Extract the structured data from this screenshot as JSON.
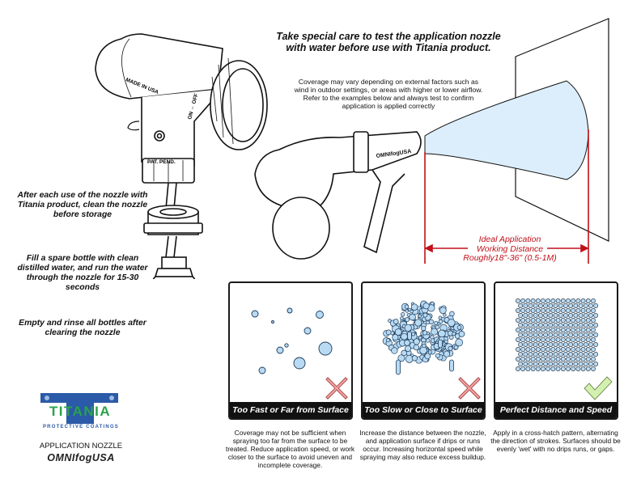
{
  "header": {
    "headline": "Take special care to test the application nozzle with water before use with Titania product.",
    "coverage_note": "Coverage may vary depending on external factors such as wind in outdoor settings, or areas with higher or lower airflow. Refer to the examples below and always test to confirm application is applied correctly"
  },
  "nozzle_labels": {
    "made_in": "MADE IN USA",
    "switch": "ON ⇔ OFF",
    "patent": "PAT. PEND.",
    "brand_mark": "OMNIfogUSA"
  },
  "steps": [
    {
      "text": "After each use of the nozzle with Titania product, clean the nozzle before storage"
    },
    {
      "text": "Fill a spare bottle with clean distilled water, and run the water through the nozzle for 15-30 seconds"
    },
    {
      "text": "Empty and rinse all bottles after clearing the nozzle"
    }
  ],
  "distance": {
    "line1": "Ideal Application",
    "line2": "Working Distance",
    "line3": "Roughly18\"-36\" (0.5-1M)"
  },
  "panels": [
    {
      "label": "Too Fast or Far from Surface",
      "status": "incorrect",
      "status_icon": "x-icon",
      "description": "Coverage may not be sufficient when spraying too far from the surface to be treated. Reduce application speed, or work closer to the surface to avoid uneven and incomplete coverage."
    },
    {
      "label": "Too Slow or Close to Surface",
      "status": "incorrect",
      "status_icon": "x-icon",
      "description": "Increase the distance between the nozzle, and application surface if drips or runs occur. Increasing horizontal speed while spraying may also reduce excess buildup."
    },
    {
      "label": "Perfect Distance and Speed",
      "status": "correct",
      "status_icon": "check-icon",
      "description": "Apply in a cross-hatch pattern, alternating the direction of strokes. Surfaces should be evenly 'wet' with no drips runs, or gaps."
    }
  ],
  "branding": {
    "company": "TITANIA",
    "tagline": "PROTECTIVE COATINGS",
    "product": "APPLICATION NOZZLE",
    "product_brand": "OMNIfogUSA"
  },
  "colors": {
    "spray": "#dceefb",
    "droplet": "#b9daf3",
    "accent_red": "#c0101a",
    "x_mark": "#f2a0a0",
    "check_mark": "#d4f0b0",
    "titania_green": "#2aa34a",
    "titania_blue": "#2b5aa8"
  }
}
